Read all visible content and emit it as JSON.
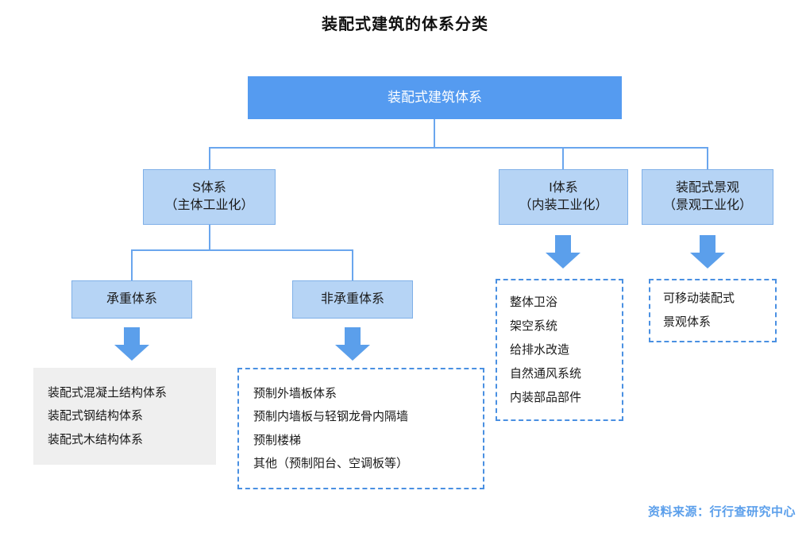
{
  "title": "装配式建筑的体系分类",
  "source": "资料来源：行行查研究中心",
  "colors": {
    "root_fill": "#559BF0",
    "node_fill": "#B6D4F5",
    "node_border": "#7FB0E8",
    "connector": "#6AA6EE",
    "arrow": "#5B9FEB",
    "leaf_gray_fill": "#EFEFEF",
    "leaf_dashed_border": "#4A90E2",
    "source_text": "#5B9FEB",
    "background": "#FFFFFF"
  },
  "root": {
    "label": "装配式建筑体系"
  },
  "level2": [
    {
      "id": "s-system",
      "line1": "S体系",
      "line2": "（主体工业化）"
    },
    {
      "id": "i-system",
      "line1": "I体系",
      "line2": "（内装工业化）"
    },
    {
      "id": "landscape-system",
      "line1": "装配式景观",
      "line2": "（景观工业化）"
    }
  ],
  "level3": [
    {
      "id": "load-bearing",
      "label": "承重体系"
    },
    {
      "id": "non-load-bearing",
      "label": "非承重体系"
    }
  ],
  "leaves": {
    "load_bearing_items": [
      "装配式混凝土结构体系",
      "装配式钢结构体系",
      "装配式木结构体系"
    ],
    "non_load_bearing_items": [
      "预制外墙板体系",
      "预制内墙板与轻钢龙骨内隔墙",
      "预制楼梯",
      "其他（预制阳台、空调板等）"
    ],
    "interior_items": [
      "整体卫浴",
      "架空系统",
      "给排水改造",
      "自然通风系统",
      "内装部品部件"
    ],
    "landscape_items": [
      "可移动装配式",
      "景观体系"
    ]
  }
}
